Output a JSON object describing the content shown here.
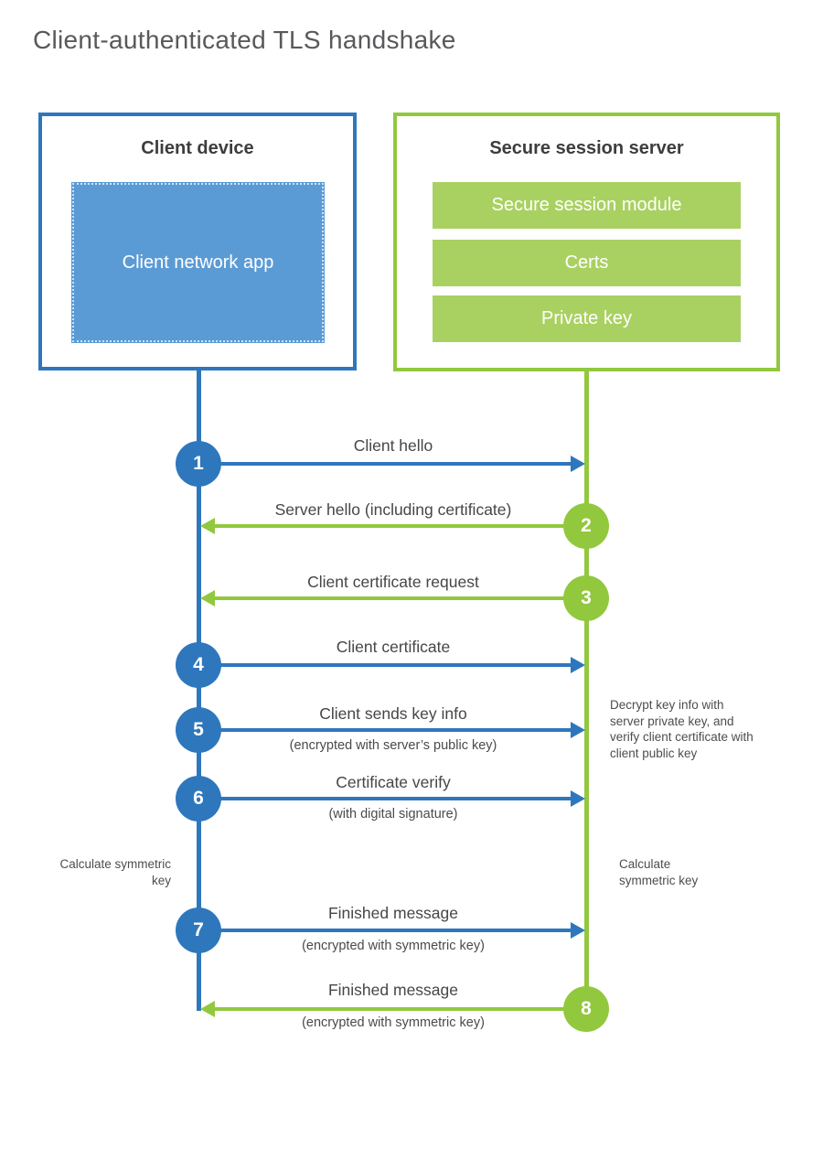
{
  "title": "Client-authenticated TLS handshake",
  "colors": {
    "blue": "#2e77bd",
    "blue_fill": "#5b9bd5",
    "green": "#92c83e",
    "green_fill": "#a9d162"
  },
  "client": {
    "title": "Client device",
    "app_label": "Client network app"
  },
  "server": {
    "title": "Secure session server",
    "modules": [
      "Secure session module",
      "Certs",
      "Private key"
    ]
  },
  "messages": [
    {
      "step": "1",
      "label": "Client hello",
      "sub": "",
      "direction": "right",
      "color": "blue"
    },
    {
      "step": "2",
      "label": "Server hello (including certificate)",
      "sub": "",
      "direction": "left",
      "color": "green"
    },
    {
      "step": "3",
      "label": "Client certificate request",
      "sub": "",
      "direction": "left",
      "color": "green"
    },
    {
      "step": "4",
      "label": "Client certificate",
      "sub": "",
      "direction": "right",
      "color": "blue"
    },
    {
      "step": "5",
      "label": "Client sends key info",
      "sub": "(encrypted with server’s public key)",
      "direction": "right",
      "color": "blue"
    },
    {
      "step": "6",
      "label": "Certificate verify",
      "sub": "(with digital signature)",
      "direction": "right",
      "color": "blue"
    },
    {
      "step": "7",
      "label": "Finished message",
      "sub": "(encrypted with symmetric key)",
      "direction": "right",
      "color": "blue"
    },
    {
      "step": "8",
      "label": "Finished message",
      "sub": "(encrypted with symmetric key)",
      "direction": "left",
      "color": "green"
    }
  ],
  "notes": {
    "decrypt": "Decrypt key info with server private key, and verify client certificate with client public key",
    "calc_left": "Calculate symmetric key",
    "calc_right": "Calculate symmetric key"
  }
}
